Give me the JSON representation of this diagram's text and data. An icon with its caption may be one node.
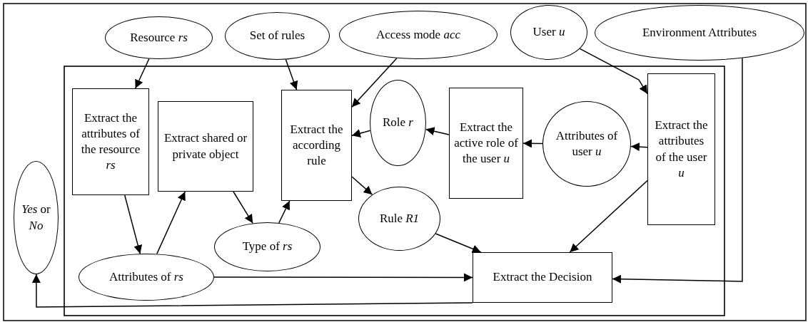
{
  "diagram": {
    "nodes": [
      {
        "text": [
          "Resource *rs*"
        ]
      },
      {
        "text": [
          "Set of rules"
        ]
      },
      {
        "text": [
          "Access mode *acc*"
        ]
      },
      {
        "text": [
          "User *u*"
        ]
      },
      {
        "text": [
          "Environment Attributes"
        ]
      },
      {
        "text": [
          "Extract the attributes of the resource *rs*"
        ]
      },
      {
        "text": [
          "Extract shared or private object"
        ]
      },
      {
        "text": [
          "Extract the according rule"
        ]
      },
      {
        "text": [
          "Role *r*"
        ]
      },
      {
        "text": [
          "Extract the active role of the user *u*"
        ]
      },
      {
        "text": [
          "Attributes of user  *u*"
        ]
      },
      {
        "text": [
          "Extract the attributes of the user *u*"
        ]
      },
      {
        "text": [
          "*Yes* or *No*"
        ]
      },
      {
        "text": [
          "Rule *R1*"
        ]
      },
      {
        "text": [
          "Type of *rs*"
        ]
      },
      {
        "text": [
          "Attributes of *rs*"
        ]
      },
      {
        "text": [
          "Extract the Decision"
        ]
      }
    ],
    "edges": [
      {
        "from": 0,
        "to": 5,
        "arrow": "to"
      },
      {
        "from": 1,
        "to": 7,
        "arrow": "to"
      },
      {
        "from": 2,
        "to": 7,
        "arrow": "to"
      },
      {
        "from": 3,
        "to": 11,
        "arrow": "to"
      },
      {
        "from": 11,
        "to": 10,
        "arrow": "to"
      },
      {
        "from": 10,
        "to": 9,
        "arrow": "to"
      },
      {
        "from": 9,
        "to": 8,
        "arrow": "to"
      },
      {
        "from": 8,
        "to": 7,
        "arrow": "to"
      },
      {
        "from": 7,
        "to": 13,
        "arrow": "to"
      },
      {
        "from": 5,
        "to": 15,
        "arrow": "to"
      },
      {
        "from": 15,
        "to": 6,
        "arrow": "to"
      },
      {
        "from": 6,
        "to": 14,
        "arrow": "to"
      },
      {
        "from": 14,
        "to": 7,
        "arrow": "to"
      },
      {
        "from": 13,
        "to": 16,
        "arrow": "to"
      },
      {
        "from": 11,
        "to": 16,
        "arrow": "to"
      },
      {
        "from": 15,
        "to": 16,
        "arrow": "to"
      },
      {
        "from": 4,
        "to": 16,
        "arrow": "to"
      },
      {
        "from": 16,
        "to": 12,
        "arrow": "to"
      }
    ]
  }
}
